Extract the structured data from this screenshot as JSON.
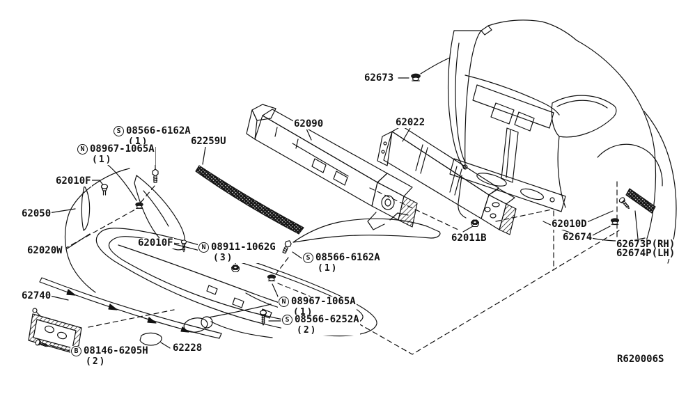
{
  "diagram": {
    "ref_code": "R620006S",
    "labels": {
      "l62673": {
        "text": "62673"
      },
      "l62090": {
        "text": "62090"
      },
      "l62022": {
        "text": "62022"
      },
      "s6162a_1": {
        "prefix": "S",
        "text": "08566-6162A",
        "qty": "(1)"
      },
      "n1065a_1": {
        "prefix": "N",
        "text": "08967-1065A",
        "qty": "(1)"
      },
      "l62259u": {
        "text": "62259U"
      },
      "l62010f_1": {
        "text": "62010F"
      },
      "l62050": {
        "text": "62050"
      },
      "l62020w": {
        "text": "62020W"
      },
      "l62010f_2": {
        "text": "62010F"
      },
      "n1062g": {
        "prefix": "N",
        "text": "08911-1062G",
        "qty": "(3)"
      },
      "s6162a_2": {
        "prefix": "S",
        "text": "08566-6162A",
        "qty": "(1)"
      },
      "l62740": {
        "text": "62740"
      },
      "n1065a_2": {
        "prefix": "N",
        "text": "08967-1065A",
        "qty": "(1)"
      },
      "s6252a": {
        "prefix": "S",
        "text": "08566-6252A",
        "qty": "(2)"
      },
      "l62228": {
        "text": "62228"
      },
      "b6205h": {
        "prefix": "B",
        "text": "08146-6205H",
        "qty": "(2)"
      },
      "l62011b": {
        "text": "62011B"
      },
      "l62010d": {
        "text": "62010D"
      },
      "l62674": {
        "text": "62674"
      },
      "l62673p": {
        "text": "62673P(RH)"
      },
      "l62674p": {
        "text": "62674P(LH)"
      }
    },
    "line_color": "#111111"
  }
}
